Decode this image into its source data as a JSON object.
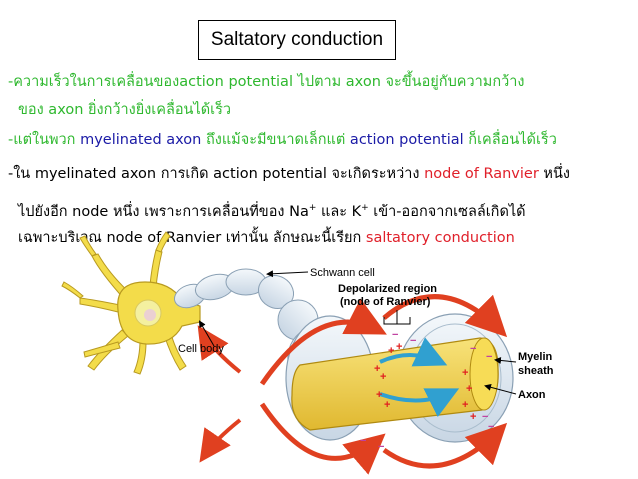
{
  "title": "Saltatory conduction",
  "bullets": {
    "b1_line1": "-ความเร็วในการเคลื่อนของaction potential ไปตาม axon จะขึ้นอยู่กับความกว้าง",
    "b1_line2": "ของ axon  ยิ่งกว้างยิ่งเคลื่อนได้เร็ว",
    "b2_prefix": "-แต่ในพวก",
    "b2_en1": " myelinated axon ",
    "b2_mid": "ถึงแม้จะมีขนาดเล็กแต่",
    "b2_en2": " action potential ",
    "b2_suffix": "ก็เคลื่อนได้เร็ว",
    "b3_l1_a": "-ใน myelinated axon การเกิด action potential จะเกิดระหว่าง ",
    "b3_l1_red": "node of Ranvier",
    "b3_l1_b": " หนึ่ง",
    "b3_l2_a": "ไปยังอีก node หนึ่ง เพราะการเคลื่อนที่ของ Na",
    "b3_l2_sup1": "+",
    "b3_l2_b": " และ K",
    "b3_l2_sup2": "+",
    "b3_l2_c": " เข้า-ออกจากเซลล์เกิดได้",
    "b3_l3_a": "เฉพาะบริเวณ node of Ranvier เท่านั้น ลักษณะนี้เรียก ",
    "b3_l3_red": "saltatory conduction"
  },
  "diagram": {
    "labels": {
      "schwann": "Schwann cell",
      "depolarized_1": "Depolarized region",
      "depolarized_2": "(node of Ranvier)",
      "cell_body": "Cell body",
      "myelin_1": "Myelin",
      "myelin_2": "sheath",
      "axon": "Axon"
    },
    "colors": {
      "neuron": "#f3dc4a",
      "nucleus": "#f4f0a0",
      "myelin": "#dde8f2",
      "axon": "#f3d24a",
      "arrow_red": "#e04020",
      "arrow_blue": "#30a0d0"
    }
  }
}
